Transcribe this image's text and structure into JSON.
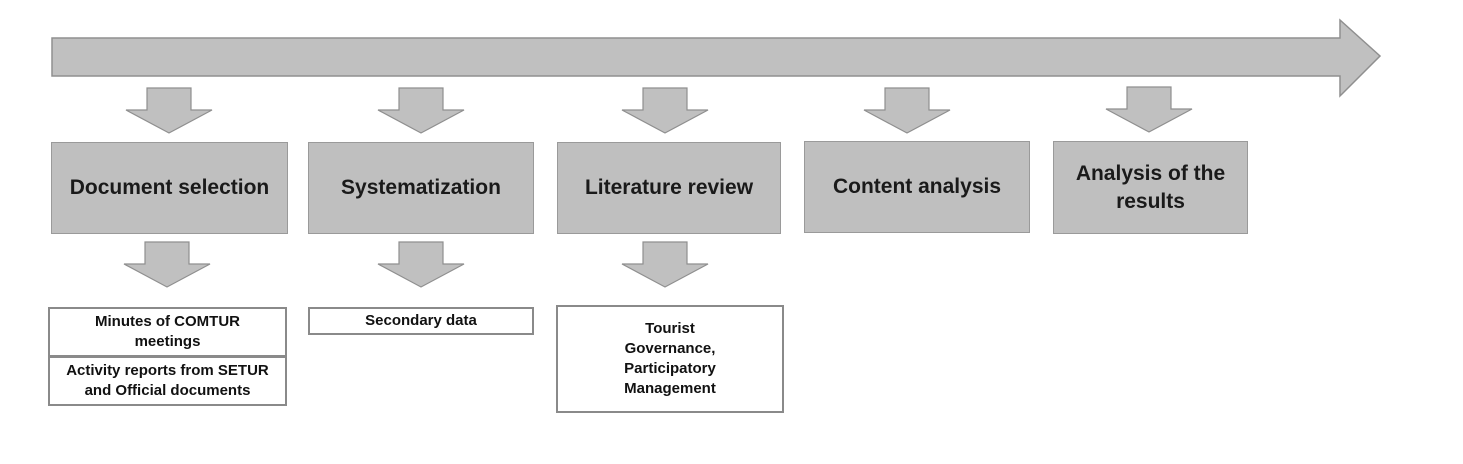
{
  "colors": {
    "arrow_fill": "#c0c0c0",
    "arrow_stroke": "#8f8f8f",
    "box_fill": "#bfbfbf",
    "box_border": "#9a9a9a",
    "output_border": "#8a8a8a"
  },
  "steps": [
    {
      "label": "Document selection"
    },
    {
      "label": "Systematization"
    },
    {
      "label": "Literature review"
    },
    {
      "label": "Content analysis"
    },
    {
      "label": "Analysis of the results"
    }
  ],
  "outputs": {
    "document_selection": [
      {
        "label": "Minutes of COMTUR meetings"
      },
      {
        "label": "Activity reports from SETUR and Official documents"
      }
    ],
    "systematization": [
      {
        "label": "Secondary data"
      }
    ],
    "literature_review": [
      {
        "label": "Tourist Governance, Participatory Management"
      }
    ]
  }
}
